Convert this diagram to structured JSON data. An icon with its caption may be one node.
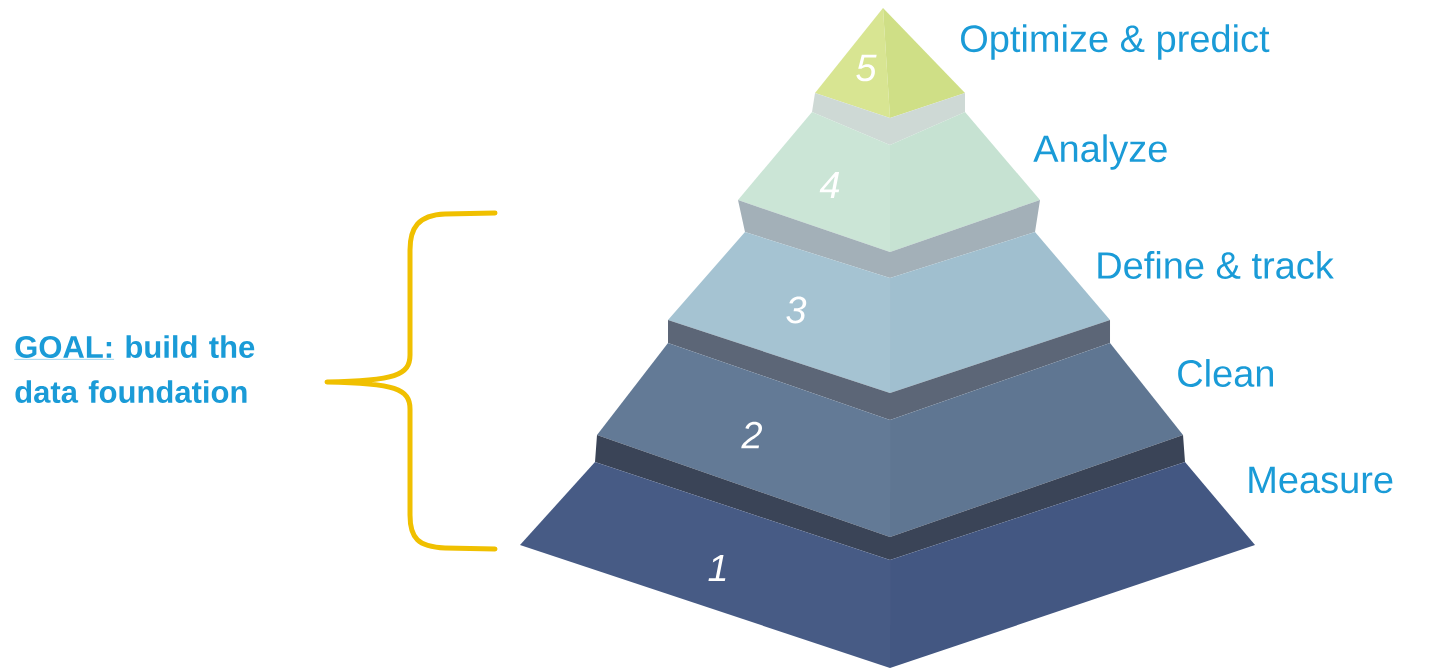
{
  "diagram": {
    "nodes": [
      {
        "text": [
          "5"
        ],
        "beside": [
          "Optimize & predict"
        ]
      },
      {
        "text": [
          "4"
        ],
        "beside": [
          "Analyze"
        ]
      },
      {
        "text": [
          "3"
        ],
        "beside": [
          "Define & track"
        ]
      },
      {
        "text": [
          "2"
        ],
        "beside": [
          "Clean"
        ]
      },
      {
        "text": [
          "1"
        ],
        "beside": [
          "Measure"
        ]
      }
    ],
    "labels": [
      "GOAL:",
      "build the data foundation"
    ]
  }
}
